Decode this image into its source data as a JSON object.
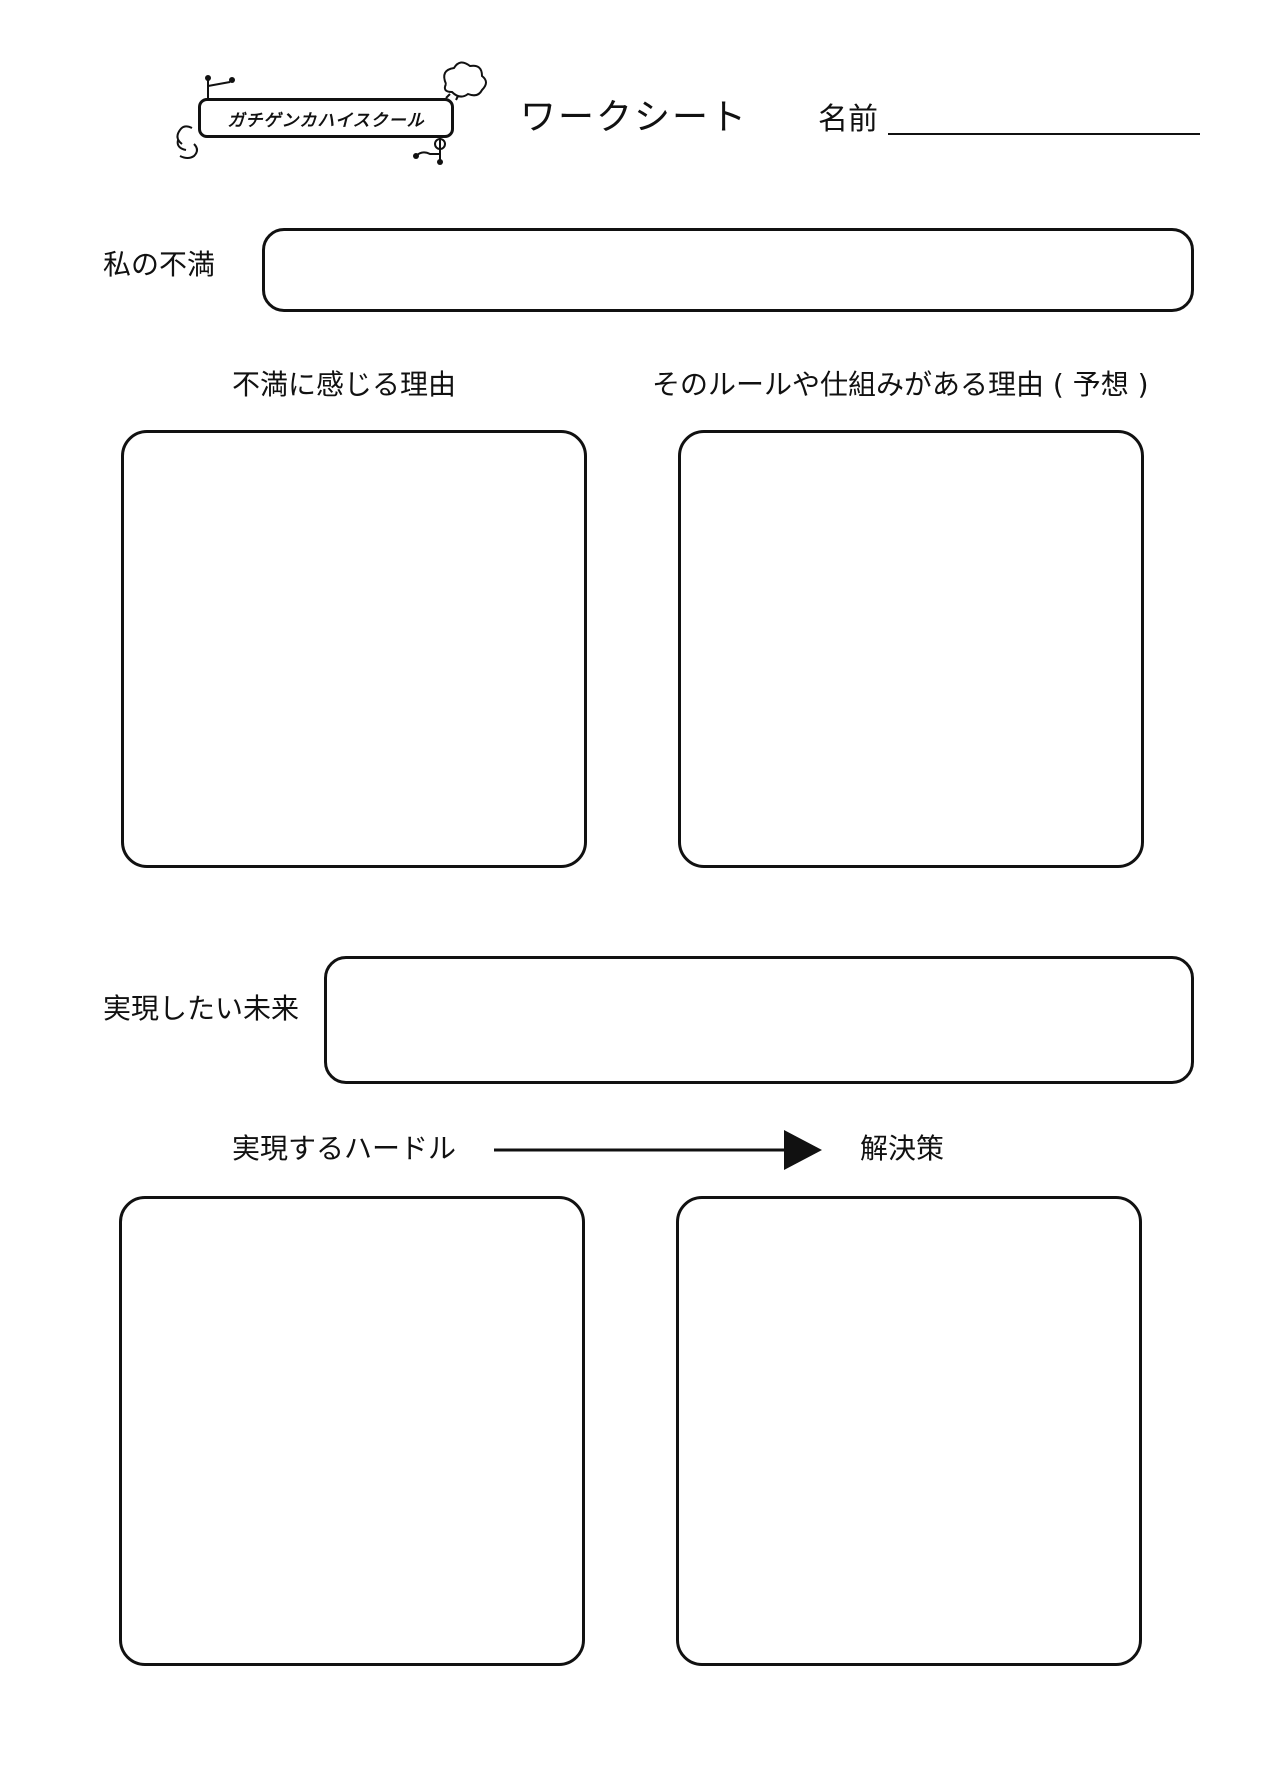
{
  "header": {
    "logo_text": "ガチゲンカハイスクール",
    "title": "ワークシート",
    "name_label": "名前"
  },
  "sections": {
    "complaint_label": "私の不満",
    "reason_label": "不満に感じる理由",
    "rule_reason_label": "そのルールや仕組みがある理由 ( 予想 )",
    "future_label": "実現したい未来",
    "hurdle_label": "実現するハードル",
    "solution_label": "解決策"
  }
}
